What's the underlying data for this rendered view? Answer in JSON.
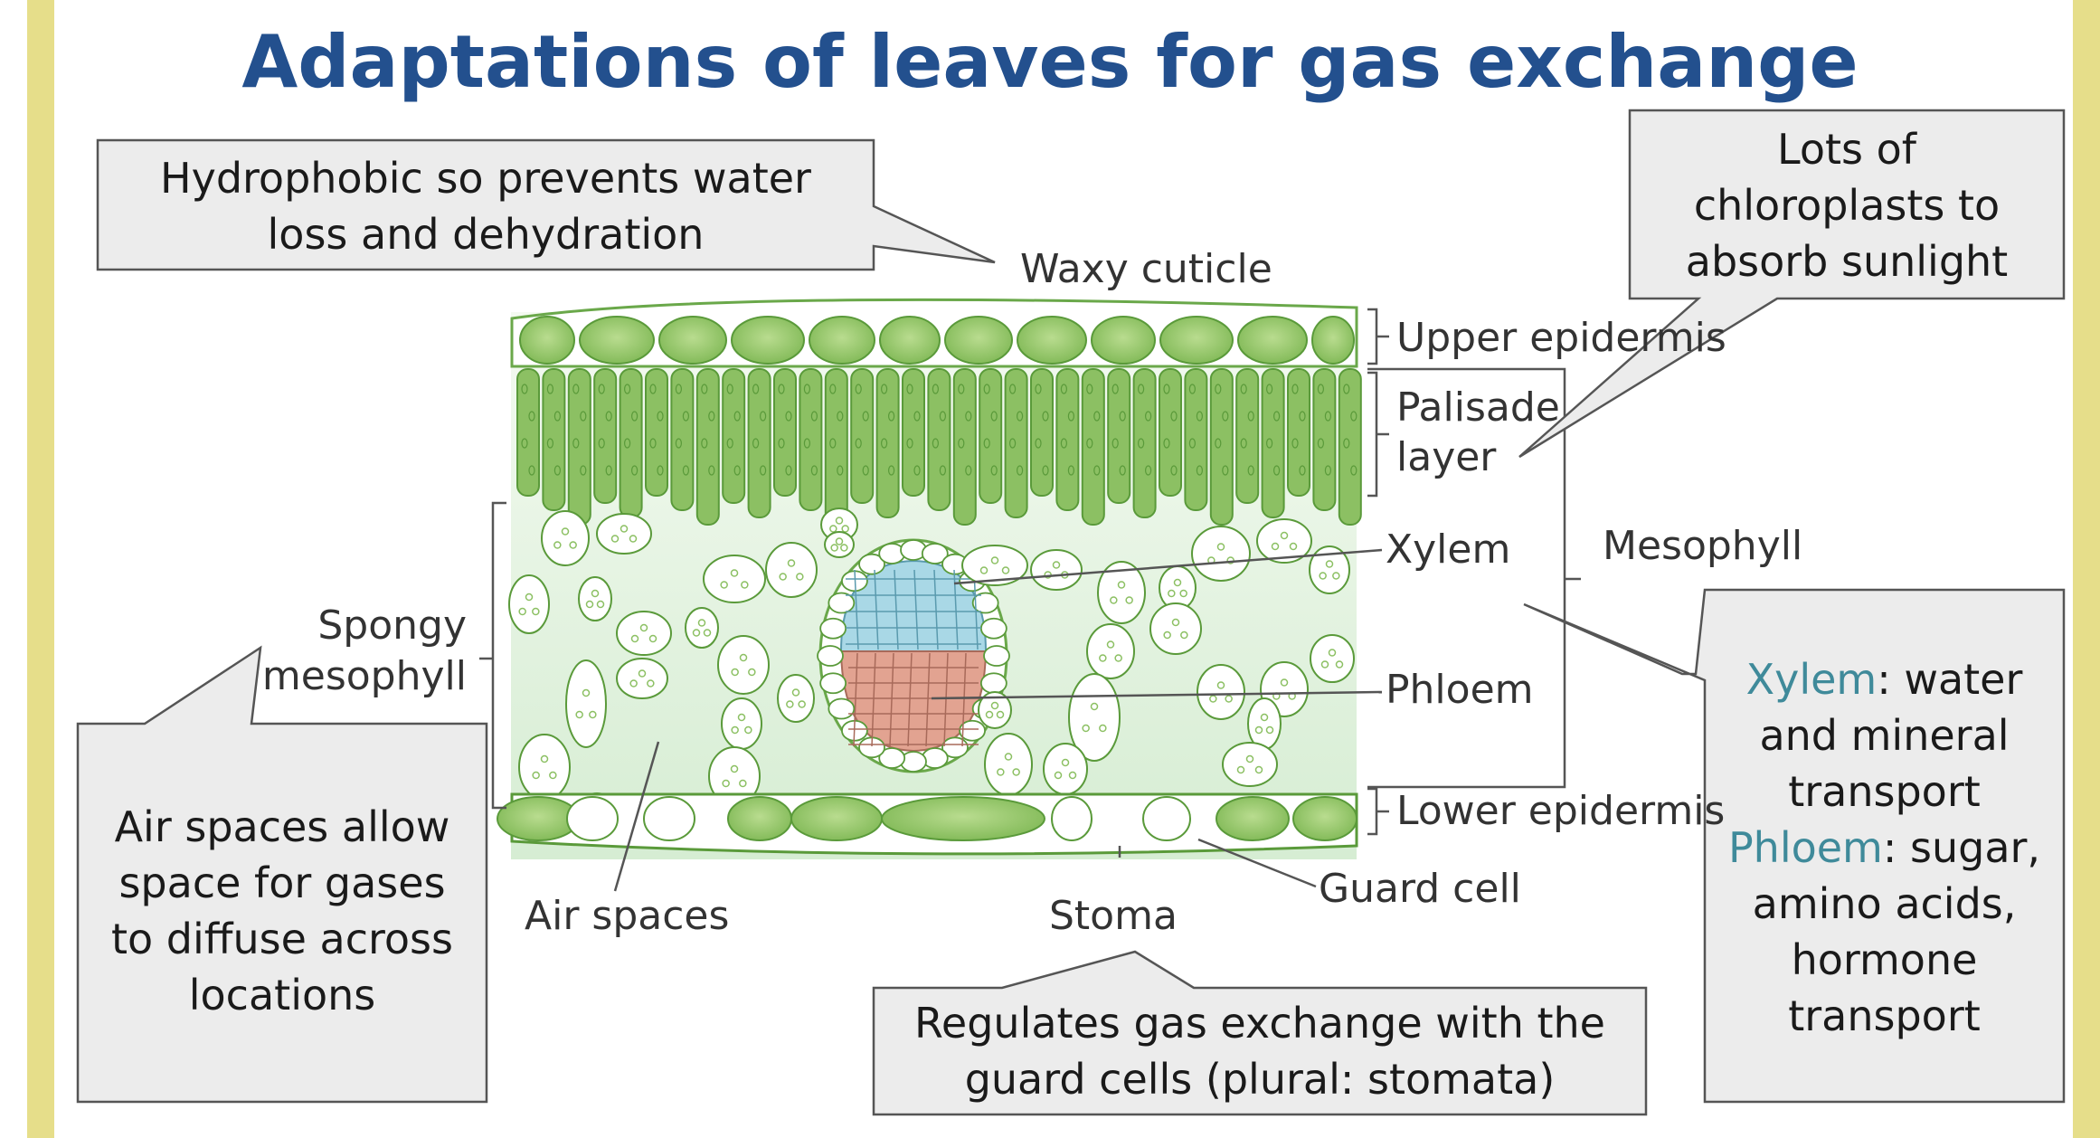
{
  "title": "Adaptations of leaves for gas exchange",
  "colors": {
    "title": "#23508e",
    "side_bar": "#e6de8a",
    "callout_fill": "#ececec",
    "leaf_green": "#8cc063",
    "leaf_green_dark": "#5a9a3a",
    "xylem": "#a9d8e6",
    "phloem": "#e2a391",
    "highlight": "#3f8a9a"
  },
  "labels": {
    "waxy_cuticle": "Waxy cuticle",
    "upper_epidermis": "Upper epidermis",
    "palisade_line1": "Palisade",
    "palisade_line2": "layer",
    "xylem": "Xylem",
    "mesophyll": "Mesophyll",
    "phloem": "Phloem",
    "spongy_line1": "Spongy",
    "spongy_line2": "mesophyll",
    "lower_epidermis": "Lower epidermis",
    "guard_cell": "Guard cell",
    "air_spaces": "Air spaces",
    "stoma": "Stoma"
  },
  "callouts": {
    "cuticle": {
      "line1": "Hydrophobic so prevents water",
      "line2": "loss and dehydration"
    },
    "palisade": {
      "line1": "Lots of",
      "line2": "chloroplasts to",
      "line3": "absorb sunlight"
    },
    "air_spaces": {
      "line1": "Air spaces allow",
      "line2": "space for gases",
      "line3": "to diffuse across",
      "line4": "locations"
    },
    "stoma": {
      "line1": "Regulates gas exchange with the",
      "line2": "guard cells (plural: stomata)"
    },
    "vascular": {
      "xylem_term": "Xylem",
      "xylem_desc": ": water",
      "line2": "and mineral",
      "line3": "transport",
      "phloem_term": "Phloem",
      "phloem_desc": ": sugar,",
      "line5": "amino acids,",
      "line6": "hormone",
      "line7": "transport"
    }
  }
}
